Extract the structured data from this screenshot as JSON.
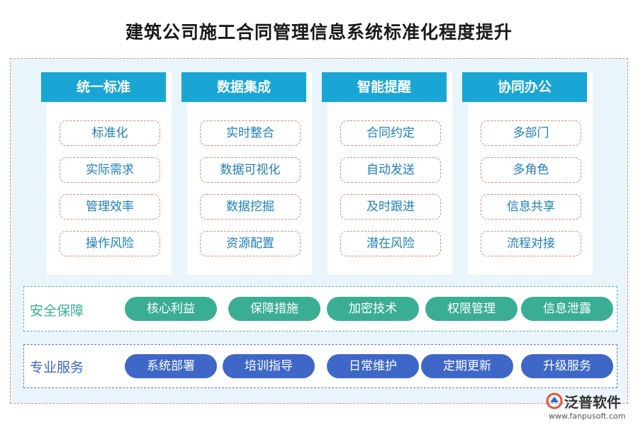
{
  "title": "建筑公司施工合同管理信息系统标准化程度提升",
  "columns": [
    {
      "header": "统一标准",
      "items": [
        "标准化",
        "实际需求",
        "管理效率",
        "操作风险"
      ]
    },
    {
      "header": "数据集成",
      "items": [
        "实时整合",
        "数据可视化",
        "数据挖掘",
        "资源配置"
      ]
    },
    {
      "header": "智能提醒",
      "items": [
        "合同约定",
        "自动发送",
        "及时跟进",
        "潜在风险"
      ]
    },
    {
      "header": "协同办公",
      "items": [
        "多部门",
        "多角色",
        "信息共享",
        "流程对接"
      ]
    }
  ],
  "security": {
    "label": "安全保障",
    "items": [
      "核心利益",
      "保障措施",
      "加密技术",
      "权限管理",
      "信息泄露"
    ]
  },
  "service": {
    "label": "专业服务",
    "items": [
      "系统部署",
      "培训指导",
      "日常维护",
      "定期更新",
      "升级服务"
    ]
  },
  "logo": {
    "name": "泛普软件",
    "url": "www.fanpusoft.com"
  },
  "colors": {
    "header": "#1aa6d4",
    "item_text": "#1f7fb8",
    "security": "#3aae95",
    "service": "#3e67c8",
    "outer_border": "#e0907a"
  }
}
